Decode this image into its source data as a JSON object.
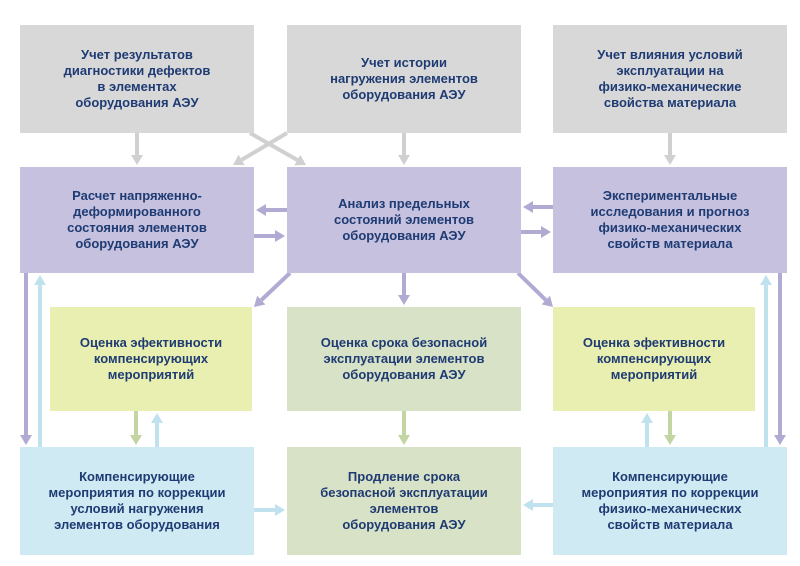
{
  "colors": {
    "gray": "#d8d8d8",
    "purple": "#c5c1de",
    "yellow": "#e9efb0",
    "green": "#d8e2c6",
    "blue": "#cfeaf3",
    "text": "#1f3b73",
    "arrow_gray": "#d0d0d0",
    "arrow_purple": "#b1abd3",
    "arrow_green": "#c3d5a2",
    "arrow_blue": "#bfe2ee"
  },
  "boxes": {
    "diag_results": "Учет результатов\nдиагностики дефектов\nв элементах\nоборудования АЭУ",
    "load_history": "Учет истории\nнагружения элементов\nоборудования АЭУ",
    "conditions_influence": "Учет влияния условий\nэксплуатации на\nфизико-механические\nсвойства материала",
    "stress_calc": "Расчет напряженно-\nдеформированного\nсостояния элементов\nоборудования АЭУ",
    "limit_analysis": "Анализ предельных\nсостояний элементов\nоборудования АЭУ",
    "experimental": "Экспериментальные\nисследования и прогноз\nфизико-механических\nсвойств материала",
    "efficiency_left": "Оценка эфективности\nкомпенсирующих\nмероприятий",
    "safe_term": "Оценка срока безопасной\nэксплуатации элементов\nоборудования АЭУ",
    "efficiency_right": "Оценка эфективности\nкомпенсирующих\nмероприятий",
    "comp_load": "Компенсирующие\nмероприятия по коррекции\nусловий нагружения\nэлементов оборудования",
    "extension": "Продление срока\nбезопасной эксплуатации\nэлементов\nоборудования АЭУ",
    "comp_props": "Компенсирующие\nмероприятия по коррекции\nфизико-механических\nсвойств материала"
  }
}
